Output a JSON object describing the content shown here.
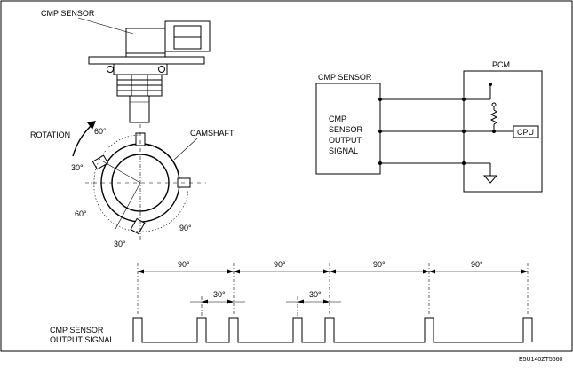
{
  "labels": {
    "cmp_sensor_top": "CMP SENSOR",
    "rotation": "ROTATION",
    "camshaft": "CAMSHAFT",
    "cmp_sensor_box_title": "CMP SENSOR",
    "pcm": "PCM",
    "sensor_output_signal_line1": "CMP",
    "sensor_output_signal_line2": "SENSOR",
    "sensor_output_signal_line3": "OUTPUT",
    "sensor_output_signal_line4": "SIGNAL",
    "cpu": "CPU",
    "waveform_label_line1": "CMP SENSOR",
    "waveform_label_line2": "OUTPUT SIGNAL",
    "figure_code": "E5U140ZT5660"
  },
  "angles": {
    "deg60_top": "60°",
    "deg30_left": "30°",
    "deg60_bottom": "60°",
    "deg30_bottom": "30°",
    "deg90_right": "90°"
  },
  "timing": {
    "interval_labels": [
      "90°",
      "90°",
      "90°",
      "90°"
    ],
    "short_labels": [
      "30°",
      "30°"
    ]
  }
}
